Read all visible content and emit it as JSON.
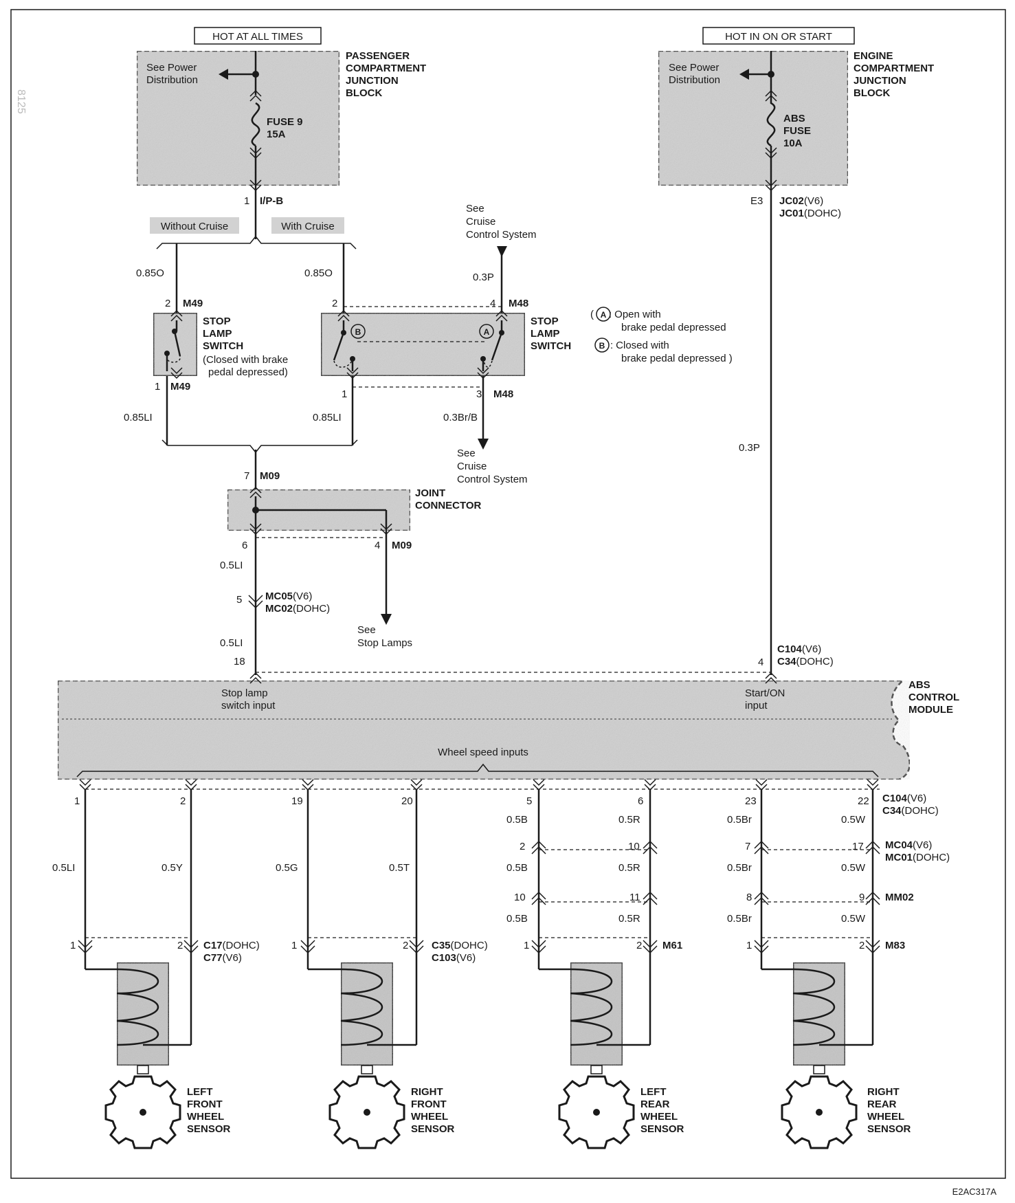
{
  "headers": {
    "hot_all_times": "HOT AT ALL TIMES",
    "hot_on_start": "HOT IN ON OR START"
  },
  "pcjb": {
    "title": [
      "PASSENGER",
      "COMPARTMENT",
      "JUNCTION",
      "BLOCK"
    ],
    "see_power": [
      "See Power",
      "Distribution"
    ],
    "fuse": [
      "FUSE 9",
      "15A"
    ],
    "pin": "1",
    "connector": "I/P-B"
  },
  "ecjb": {
    "title": [
      "ENGINE",
      "COMPARTMENT",
      "JUNCTION",
      "BLOCK"
    ],
    "see_power": [
      "See Power",
      "Distribution"
    ],
    "fuse": [
      "ABS",
      "FUSE",
      "10A"
    ],
    "pin": "E3",
    "connector_1": "JC02",
    "variant_1": "(V6)",
    "connector_2": "JC01",
    "variant_2": "(DOHC)"
  },
  "cruise": {
    "without": "Without Cruise",
    "with": "With Cruise",
    "see_top": [
      "See",
      "Cruise",
      "Control System"
    ],
    "see_bottom": [
      "See",
      "Cruise",
      "Control System"
    ]
  },
  "switch_m49": {
    "wire_in": "0.85O",
    "pin_in": "2",
    "conn": "M49",
    "title": [
      "STOP",
      "LAMP",
      "SWITCH"
    ],
    "note": [
      "(Closed with brake",
      "pedal depressed)"
    ],
    "pin_out": "1",
    "conn_out": "M49",
    "wire_out": "0.85LI"
  },
  "switch_m48": {
    "wire_in": "0.85O",
    "pin_in": "2",
    "pin_cruise": "4",
    "conn": "M48",
    "wire_cruise": "0.3P",
    "title": [
      "STOP",
      "LAMP",
      "SWITCH"
    ],
    "label_a": "A",
    "label_b": "B",
    "pin_out": "1",
    "pin_out2": "3",
    "conn_out": "M48",
    "wire_out": "0.85LI",
    "wire_out2": "0.3Br/B"
  },
  "legend": {
    "a_open": "Open with",
    "a_open2": "brake pedal depressed",
    "b_closed": "Closed with",
    "b_closed2": "brake pedal depressed )",
    "mark_a": "A",
    "mark_b": "B",
    "paren": "(",
    "colon": ":"
  },
  "joint": {
    "pin_in": "7",
    "conn": "M09",
    "title": [
      "JOINT",
      "CONNECTOR"
    ],
    "pin_6": "6",
    "pin_4": "4",
    "conn_out": "M09",
    "wire": "0.5LI",
    "see_stop": [
      "See",
      "Stop Lamps"
    ]
  },
  "mc05": {
    "pin": "5",
    "conn_1": "MC05",
    "variant_1": "(V6)",
    "conn_2": "MC02",
    "variant_2": "(DOHC)",
    "wire": "0.5LI",
    "pin_abs": "18"
  },
  "right_feed": {
    "wire": "0.3P",
    "pin": "4",
    "conn_1": "C104",
    "variant_1": "(V6)",
    "conn_2": "C34",
    "variant_2": "(DOHC)"
  },
  "abs": {
    "title": [
      "ABS",
      "CONTROL",
      "MODULE"
    ],
    "stop_input": [
      "Stop lamp",
      "switch input"
    ],
    "start_input": [
      "Start/ON",
      "input"
    ],
    "wheel_inputs": "Wheel speed inputs"
  },
  "bottom_conn": {
    "conn_1": "C104",
    "variant_1": "(V6)",
    "conn_2": "C34",
    "variant_2": "(DOHC)",
    "mc04": "MC04",
    "mc04_v": "(V6)",
    "mc01": "MC01",
    "mc01_v": "(DOHC)",
    "mm02": "MM02"
  },
  "sensors": [
    {
      "pins": [
        "1",
        "2"
      ],
      "wires": [
        "0.5LI",
        "0.5Y"
      ],
      "pin1": "1",
      "pin2": "2",
      "conn_1": "C17",
      "variant_1": "(DOHC)",
      "conn_2": "C77",
      "variant_2": "(V6)",
      "name": [
        "LEFT",
        "FRONT",
        "WHEEL",
        "SENSOR"
      ]
    },
    {
      "pins": [
        "19",
        "20"
      ],
      "wires": [
        "0.5G",
        "0.5T"
      ],
      "pin1": "1",
      "pin2": "2",
      "conn_1": "C35",
      "variant_1": "(DOHC)",
      "conn_2": "C103",
      "variant_2": "(V6)",
      "name": [
        "RIGHT",
        "FRONT",
        "WHEEL",
        "SENSOR"
      ]
    },
    {
      "pins": [
        "5",
        "6"
      ],
      "wires": [
        "0.5B",
        "0.5R"
      ],
      "mid_pins_1": [
        "2",
        "10"
      ],
      "mid_pins_2": [
        "10",
        "11"
      ],
      "pin1": "1",
      "pin2": "2",
      "conn_1": "M61",
      "name": [
        "LEFT",
        "REAR",
        "WHEEL",
        "SENSOR"
      ]
    },
    {
      "pins": [
        "23",
        "22"
      ],
      "wires": [
        "0.5Br",
        "0.5W"
      ],
      "mid_pins_1": [
        "7",
        "17"
      ],
      "mid_pins_2": [
        "8",
        "9"
      ],
      "pin1": "1",
      "pin2": "2",
      "conn_1": "M83",
      "name": [
        "RIGHT",
        "REAR",
        "WHEEL",
        "SENSOR"
      ]
    }
  ],
  "code": "E2AC317A",
  "side_mark": "8125"
}
